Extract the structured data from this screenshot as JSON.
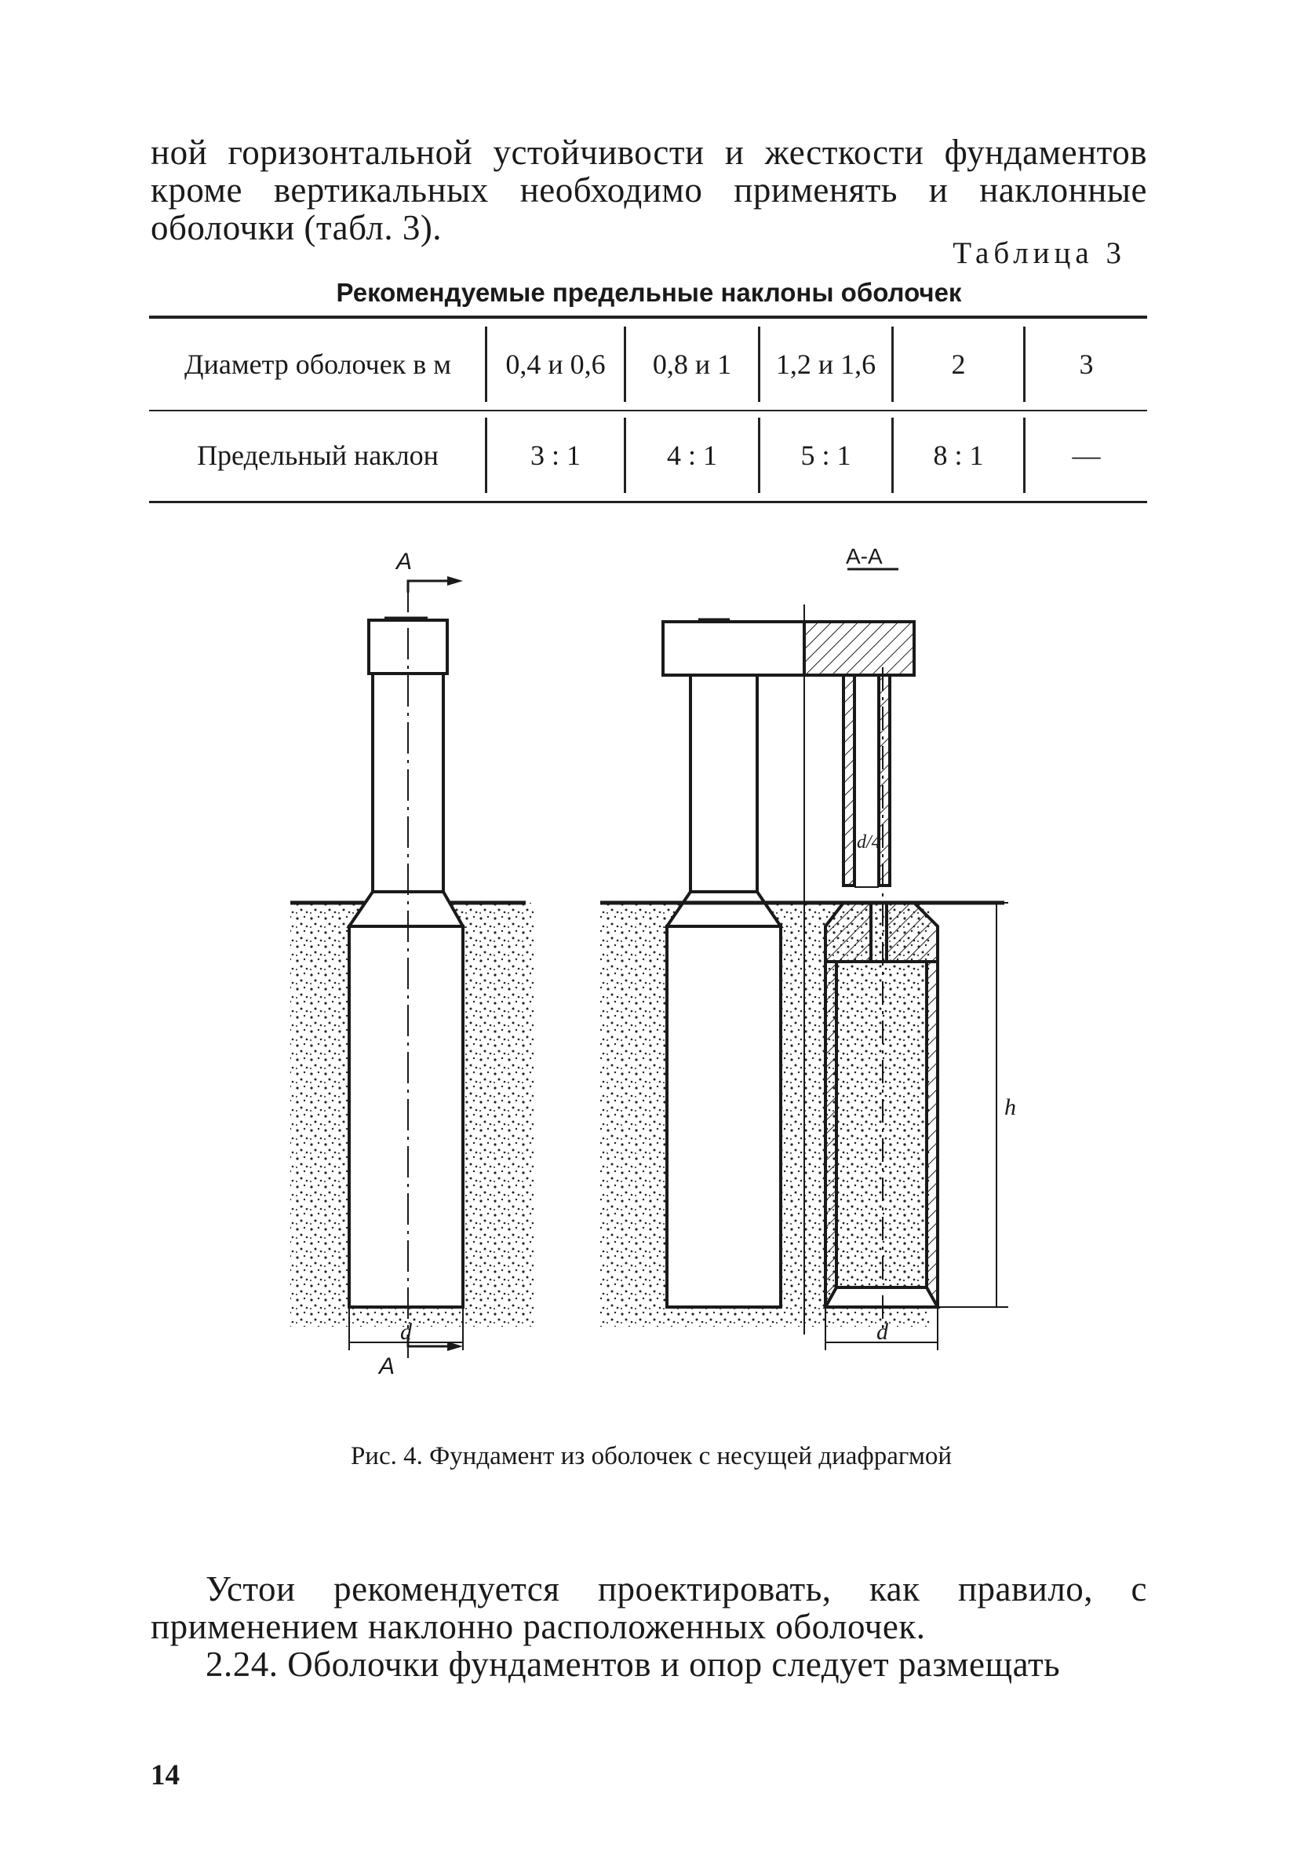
{
  "intro_text": "ной горизонтальной устойчивости и жесткости фундаментов кроме вертикальных необходимо применять и наклонные оболочки (табл. 3).",
  "table": {
    "number_label": "Таблица 3",
    "title": "Рекомендуемые предельные наклоны оболочек",
    "row1": {
      "header": "Диаметр оболочек в м",
      "values": [
        "0,4 и 0,6",
        "0,8 и 1",
        "1,2 и 1,6",
        "2",
        "3"
      ]
    },
    "row2": {
      "header": "Предельный наклон",
      "values": [
        "3 : 1",
        "4 : 1",
        "5 : 1",
        "8 : 1",
        "—"
      ]
    }
  },
  "figure": {
    "section_mark": "А",
    "section_title": "А-А",
    "diameter_label": "d",
    "wall_label": "d/4",
    "height_label": "h",
    "caption": "Рис. 4. Фундамент из оболочек с несущей диафрагмой"
  },
  "outro": {
    "para1": "Устои рекомендуется проектировать, как правило, с применением наклонно расположенных оболочек.",
    "para2": "2.24. Оболочки фундаментов и опор следует размещать"
  },
  "page_number": "14"
}
